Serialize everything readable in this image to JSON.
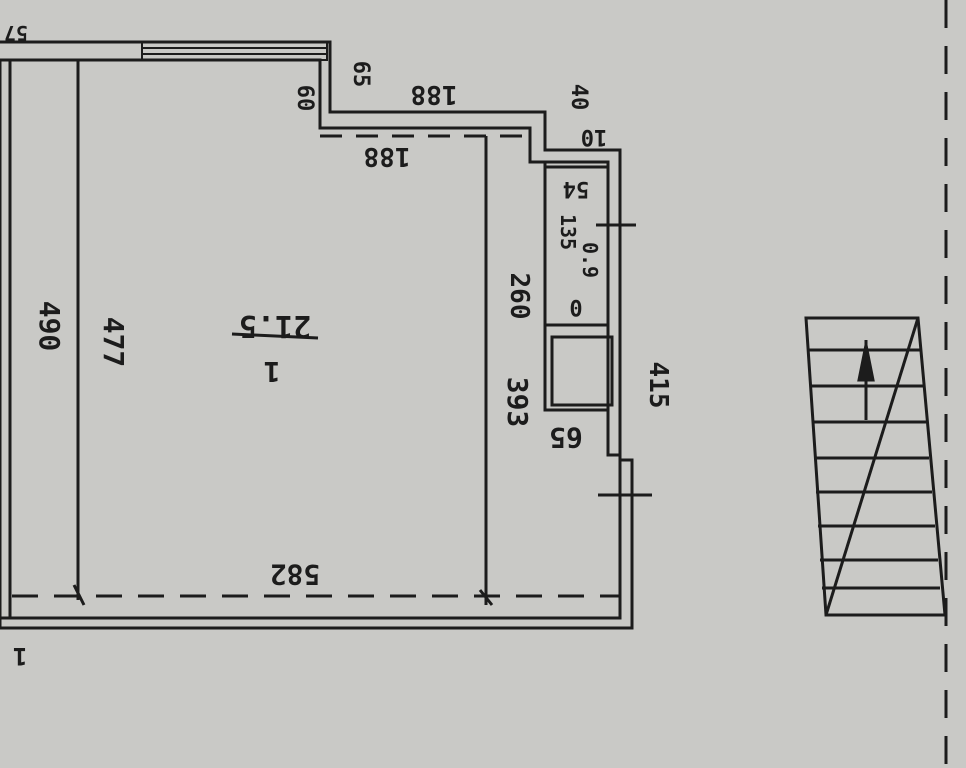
{
  "plan": {
    "room": {
      "number": "1",
      "area": "21.5"
    },
    "dimensions": {
      "top_wall_left": "57",
      "step_vertical": "65",
      "step_vertical_2": "60",
      "top_ledge_outer": "188",
      "top_ledge_inner": "188",
      "corner_right": "40",
      "corner_right_2": "10",
      "room_left_outer": "490",
      "room_left_inner": "477",
      "room_right_height": "393",
      "niche_height": "260",
      "closet_top": "54",
      "closet_mid": "135",
      "closet_mid_2": "0.9",
      "closet_area": "0",
      "right_wall_height": "415",
      "niche_depth": "65",
      "room_bottom_width": "582",
      "bottom_left_fragment": "1"
    },
    "stair": {
      "name": "stair-symbol"
    }
  },
  "colors": {
    "paper": "#c9c9c6",
    "ink": "#1c1c1c"
  }
}
